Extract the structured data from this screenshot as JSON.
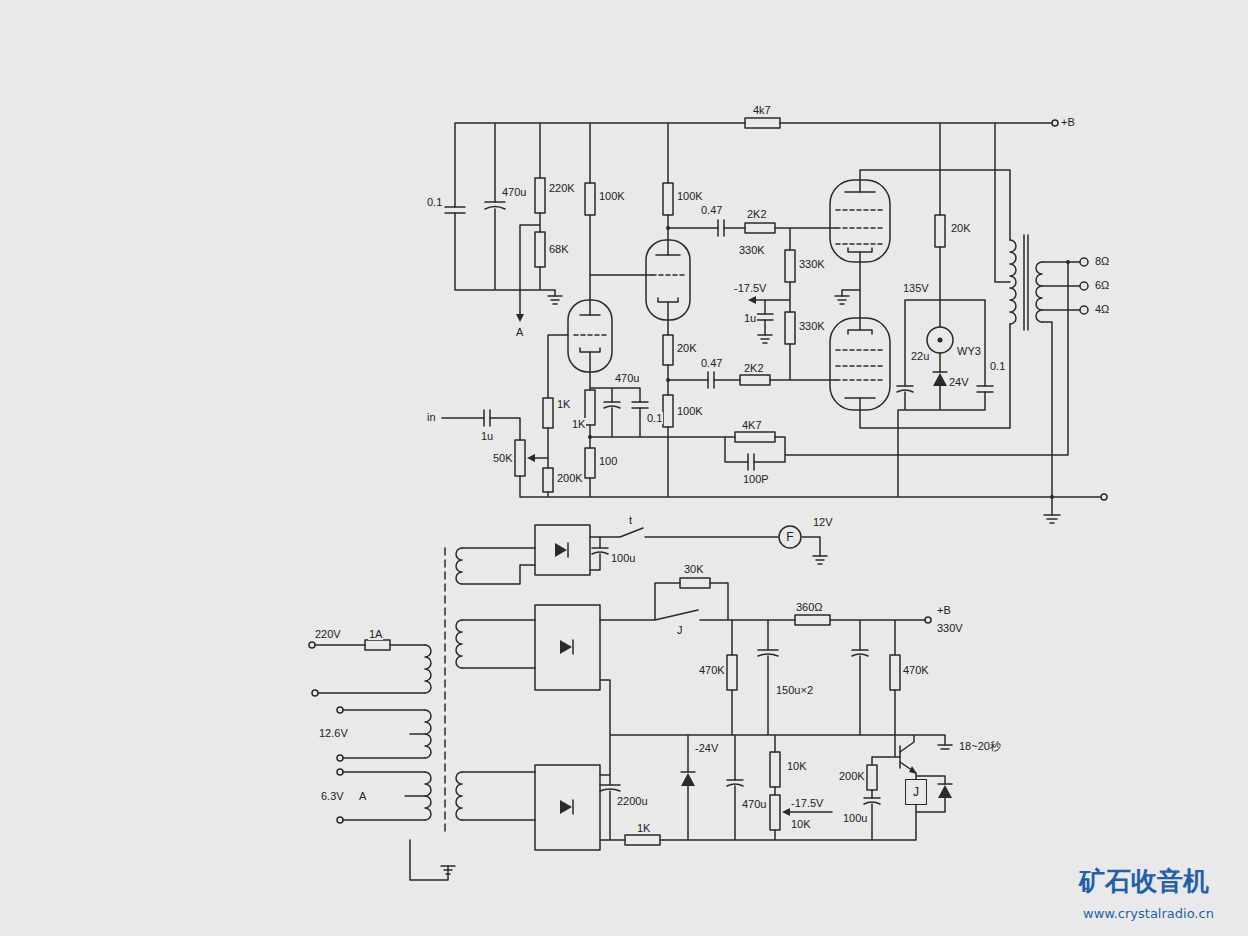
{
  "diagram": {
    "nodes": [
      {
        "text": [
          "F"
        ]
      },
      {
        "text": [
          "J"
        ]
      }
    ],
    "labels": [
      "4k7",
      "+B",
      "0.1",
      "470u",
      "220K",
      "68K",
      "100K",
      "100K",
      "0.47",
      "2K2",
      "330K",
      "330K",
      "-17.5V",
      "1u",
      "330K",
      "20K",
      "A",
      "20K",
      "0.47",
      "2K2",
      "135V",
      "WY3",
      "8Ω",
      "6Ω",
      "4Ω",
      "in",
      "1u",
      "1K",
      "470u",
      "0.1",
      "1K",
      "50K",
      "200K",
      "100",
      "100K",
      "24V",
      "22u",
      "0.1",
      "4K7",
      "100P",
      "t",
      "100u",
      "12V",
      "30K",
      "360Ω",
      "+B",
      "330V",
      "J",
      "470K",
      "150u×2",
      "470K",
      "18~20秒",
      "-24V",
      "2200u",
      "470u",
      "10K",
      "200K",
      "-17.5V",
      "10K",
      "100u",
      "1K",
      "220V",
      "1A",
      "12.6V",
      "6.3V",
      "A",
      "矿石收音机",
      "www.crystalradio.cn"
    ]
  }
}
